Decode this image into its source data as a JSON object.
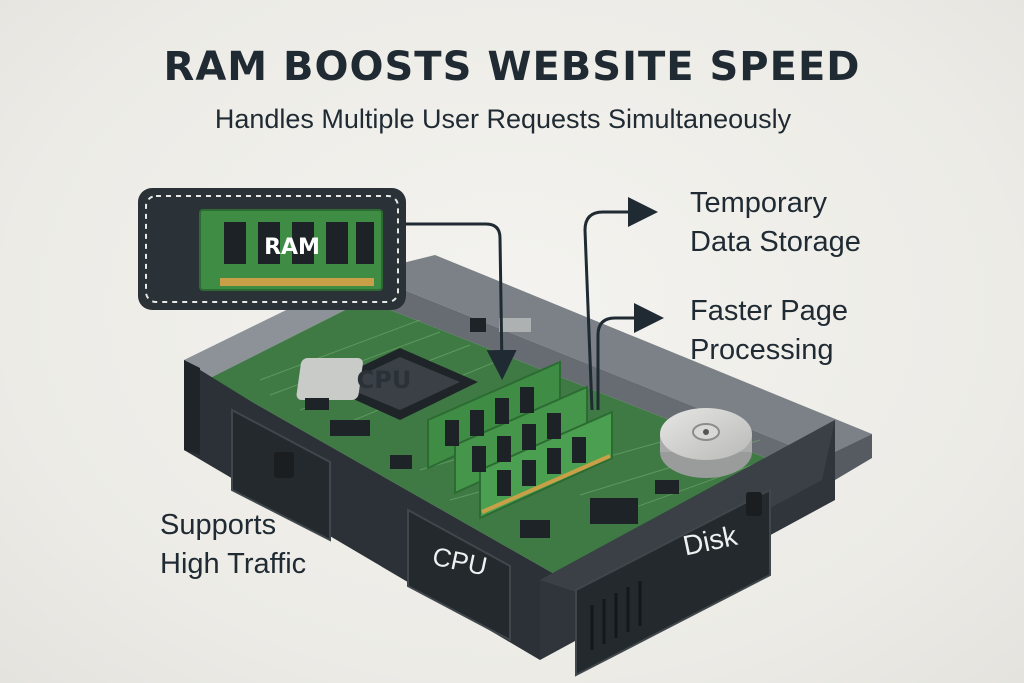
{
  "header": {
    "title": "RAM BOOSTS WEBSITE SPEED",
    "subtitle": "Handles Multiple User Requests Simultaneously"
  },
  "callouts": {
    "temporary_storage": [
      "Temporary",
      "Data Storage"
    ],
    "faster_processing": [
      "Faster Page",
      "Processing"
    ],
    "high_traffic": [
      "Supports",
      "High Traffic"
    ]
  },
  "labels": {
    "ram_module": "RAM",
    "cpu_chip": "CPU",
    "front_cpu": "CPU",
    "front_disk": "Disk"
  },
  "colors": {
    "pcb_green": "#3f7a45",
    "case_dark": "#2b3136",
    "ram_box_bg": "#2a3137",
    "text_dark": "#1f2a33"
  }
}
